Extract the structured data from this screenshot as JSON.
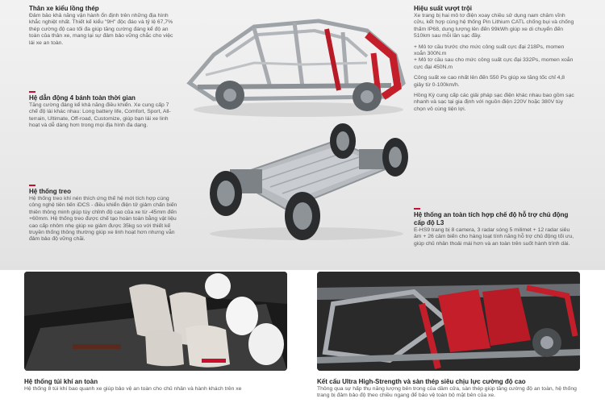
{
  "sections": {
    "body_frame": {
      "title": "Thân xe kiểu lồng thép",
      "text": "Đảm bảo khả năng vận hành ổn định trên những địa hình khắc nghiệt nhất. Thiết kế kiểu \"9H\" độc đáo và tỷ lệ 67,7% thép cường độ cao tối đa giúp tăng cường đáng kể độ an toàn của thân xe, mang lại sự đảm bảo vững chắc cho việc lái xe an toàn."
    },
    "awd": {
      "title": "Hệ dẫn động 4 bánh toàn thời gian",
      "text": "Tăng cường đáng kể khả năng điều khiển. Xe cung cấp 7 chế độ lái khác nhau: Long battery life, Comfort, Sport, All-terrain, Ultimate, Off-road, Customize, giúp bạn lái xe linh hoạt và dễ dàng hơn trong mọi địa hình đa dạng."
    },
    "suspension": {
      "title": "Hệ thống treo",
      "text": "Hệ thống treo khí nén thích ứng thế hệ mới tích hợp cùng công nghệ tiên tiến iDCS - điều khiển điện tử giảm chấn biến thiên thông minh giúp tùy chỉnh độ cao của xe từ -45mm đến +60mm. Hệ thống treo được chế tạo hoàn toàn bằng vật liệu cao cấp nhôm nhẹ giúp xe giảm được 35kg so với thiết kế truyền thống thông thường giúp xe linh hoạt hơn nhưng vẫn đảm bảo độ vững chãi."
    },
    "performance": {
      "title": "Hiệu suất vượt trội",
      "text1": "Xe trang bị hai mô tơ điện xoay chiều sử dụng nam châm vĩnh cửu, kết hợp cùng hệ thống Pin Lithium CATL chống bụi và chống thấm IP68, dung lượng lên đến 99kWh giúp xe di chuyển đến 510km sau mỗi lần sạc đầy.",
      "text2": "+ Mô tơ cầu trước cho mức công suất cực đại 218Ps, momen xoắn 300N.m",
      "text3": "+ Mô tơ cầu sau cho mức công suất cực đại 332Ps, momen xoắn cực đại 450N.m",
      "text4": "Công suất xe cao nhất lên đến 550 Ps giúp xe tăng tốc chỉ 4,8 giây từ 0-100km/h.",
      "text5": "Hồng Kỳ cung cấp các giải pháp sạc điện khác nhau bao gồm sạc nhanh và sạc tại gia định với nguồn điện 220V hoặc 380V tùy chọn vô cùng tiện lợi."
    },
    "adas": {
      "title": "Hệ thống an toàn tích hợp chế độ hỗ trợ chủ động cấp độ L3",
      "text": "E-HS9 trang bị 8 camera, 3 radar sóng 5 milimet + 12 radar siêu âm + 26 cảm biến cho hàng loạt tính năng hỗ trợ chủ động tối ưu, giúp chủ nhân thoải mái hơn và an toàn trên suốt hành trình dài."
    },
    "airbags": {
      "title": "Hệ thống túi khí an toàn",
      "text": "Hệ thống 8 túi khí bao quanh xe giúp bảo vệ an toàn cho chủ nhân và hành khách trên xe"
    },
    "structure": {
      "title": "Kết cấu Ultra High-Strength và sàn thép siêu chịu lực cường độ cao",
      "text": "Thông qua sự hấp thụ năng lượng bên trong của dầm cửa, sàn thép giúp tăng cường độ an toàn, hệ thống trang bị đảm bảo độ theo chiều ngang để bảo vệ toàn bộ mặt bên của xe."
    }
  },
  "colors": {
    "accent": "#c8102e",
    "frame_grey": "#a9adb2",
    "frame_red": "#c41e2a"
  }
}
